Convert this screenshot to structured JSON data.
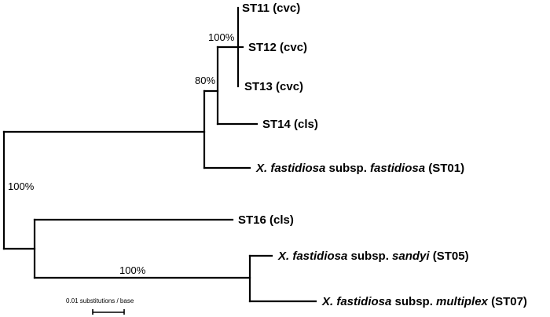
{
  "tree": {
    "leaves": [
      {
        "id": "st11",
        "label": [
          {
            "t": "ST11 (cvc)"
          }
        ]
      },
      {
        "id": "st12",
        "label": [
          {
            "t": "ST12 (cvc)"
          }
        ]
      },
      {
        "id": "st13",
        "label": [
          {
            "t": "ST13 (cvc)"
          }
        ]
      },
      {
        "id": "st14",
        "label": [
          {
            "t": "ST14 (cls)"
          }
        ]
      },
      {
        "id": "st01",
        "label": [
          {
            "t": "X. fastidiosa",
            "i": true
          },
          {
            "t": " subsp. "
          },
          {
            "t": "fastidiosa",
            "i": true
          },
          {
            "t": " (ST01)"
          }
        ]
      },
      {
        "id": "st16",
        "label": [
          {
            "t": "ST16 (cls)"
          }
        ]
      },
      {
        "id": "st05",
        "label": [
          {
            "t": "X. fastidiosa",
            "i": true
          },
          {
            "t": " subsp. "
          },
          {
            "t": "sandyi",
            "i": true
          },
          {
            "t": " (ST05)"
          }
        ]
      },
      {
        "id": "st07",
        "label": [
          {
            "t": "X. fastidiosa",
            "i": true
          },
          {
            "t": " subsp. "
          },
          {
            "t": "multiplex",
            "i": true
          },
          {
            "t": " (ST07)"
          }
        ]
      }
    ],
    "support_values": {
      "cvc_clade": "100%",
      "cvc_cls_clade": "80%",
      "root": "100%",
      "sandyi_multiplex_clade": "100%"
    },
    "scale_label": "0.01 substitutions / base"
  }
}
